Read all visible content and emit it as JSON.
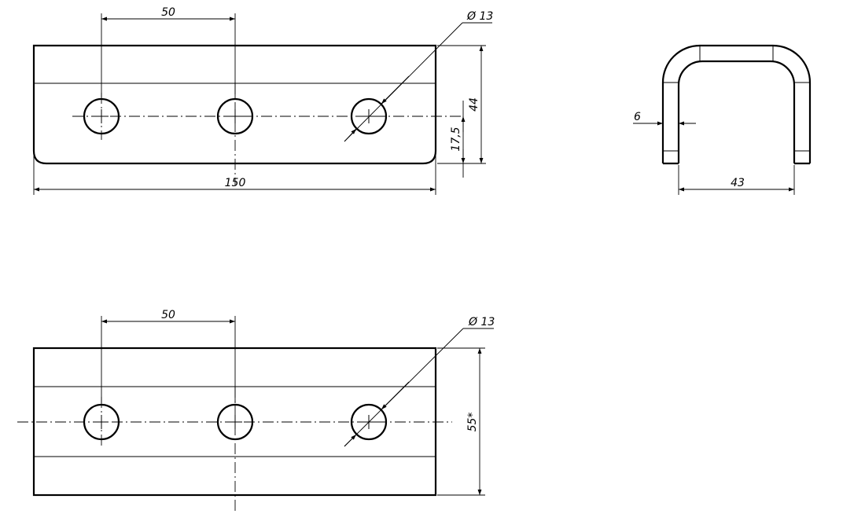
{
  "drawing": {
    "front_view": {
      "hole_spacing": "50",
      "hole_diameter": "Ø 13",
      "height": "44",
      "hole_offset": "17,5",
      "length": "150"
    },
    "side_view": {
      "thickness": "6",
      "inner_width": "43"
    },
    "top_view": {
      "hole_spacing": "50",
      "hole_diameter": "Ø 13",
      "width": "55*"
    }
  }
}
